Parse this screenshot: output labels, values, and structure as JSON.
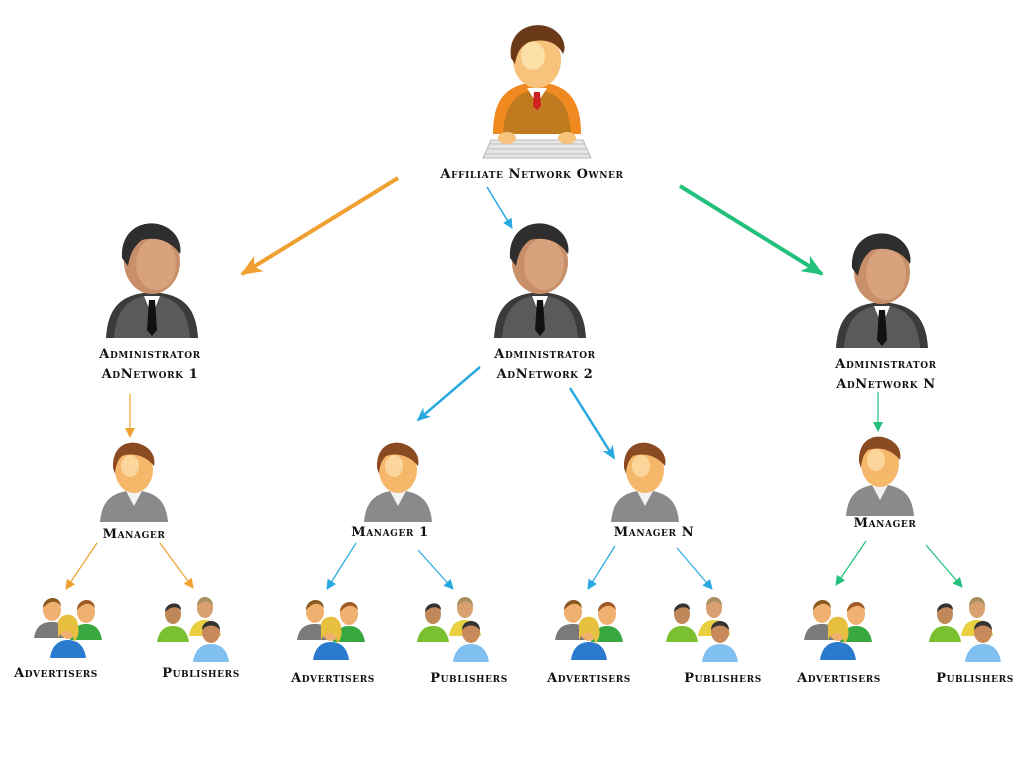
{
  "owner": {
    "label": "Affiliate Network Owner",
    "icon": "keyboard-user-icon"
  },
  "admins": [
    {
      "line1": "Administrator",
      "line2": "AdNetwork 1",
      "color": "#f0a030"
    },
    {
      "line1": "Administrator",
      "line2": "AdNetwork 2",
      "color": "#29a8e0"
    },
    {
      "line1": "Administrator",
      "line2": "AdNetwork N",
      "color": "#22c07a"
    }
  ],
  "managers": [
    {
      "label": "Manager"
    },
    {
      "label": "Manager 1"
    },
    {
      "label": "Manager N"
    },
    {
      "label": "Manager"
    }
  ],
  "groups": [
    {
      "advertisers": "Advertisers",
      "publishers": "Publishers"
    },
    {
      "advertisers": "Advertisers",
      "publishers": "Publishers"
    },
    {
      "advertisers": "Advertisers",
      "publishers": "Publishers"
    },
    {
      "advertisers": "Advertisers",
      "publishers": "Publishers"
    }
  ],
  "icons": {
    "admin": "business-person-icon",
    "manager": "user-icon",
    "advertisers": "user-group-icon",
    "publishers": "user-group-icon"
  }
}
